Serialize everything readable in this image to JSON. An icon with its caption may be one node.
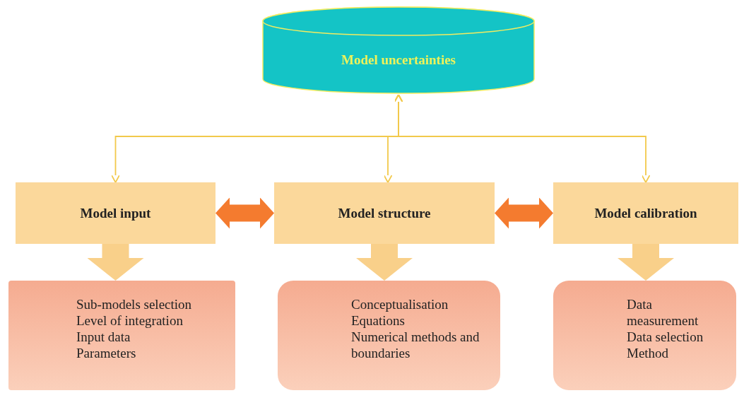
{
  "diagram": {
    "nodes": [
      {
        "text": [
          "Model uncertainties"
        ]
      },
      {
        "text": [
          "Model input"
        ]
      },
      {
        "text": [
          "Model structure"
        ]
      },
      {
        "text": [
          "Model calibration"
        ]
      },
      {
        "text": [
          "Sub-models selection",
          "Level of integration",
          "Input data",
          "Parameters"
        ]
      },
      {
        "text": [
          "Conceptualisation",
          "Equations",
          "Numerical methods and boundaries"
        ]
      },
      {
        "text": [
          "Data measurement",
          "Data selection",
          "Method"
        ]
      }
    ],
    "edges": [
      {
        "from": 0,
        "to": 1,
        "arrow": "both"
      },
      {
        "from": 0,
        "to": 2,
        "arrow": "both"
      },
      {
        "from": 0,
        "to": 3,
        "arrow": "both"
      },
      {
        "from": 1,
        "to": 2,
        "arrow": "both",
        "color": "#f47b2f"
      },
      {
        "from": 2,
        "to": 3,
        "arrow": "both",
        "color": "#f47b2f"
      },
      {
        "from": 1,
        "to": 4,
        "arrow": "to",
        "color": "#f9d08a"
      },
      {
        "from": 2,
        "to": 5,
        "arrow": "to",
        "color": "#f9d08a"
      },
      {
        "from": 3,
        "to": 6,
        "arrow": "to",
        "color": "#f9d08a"
      }
    ]
  }
}
